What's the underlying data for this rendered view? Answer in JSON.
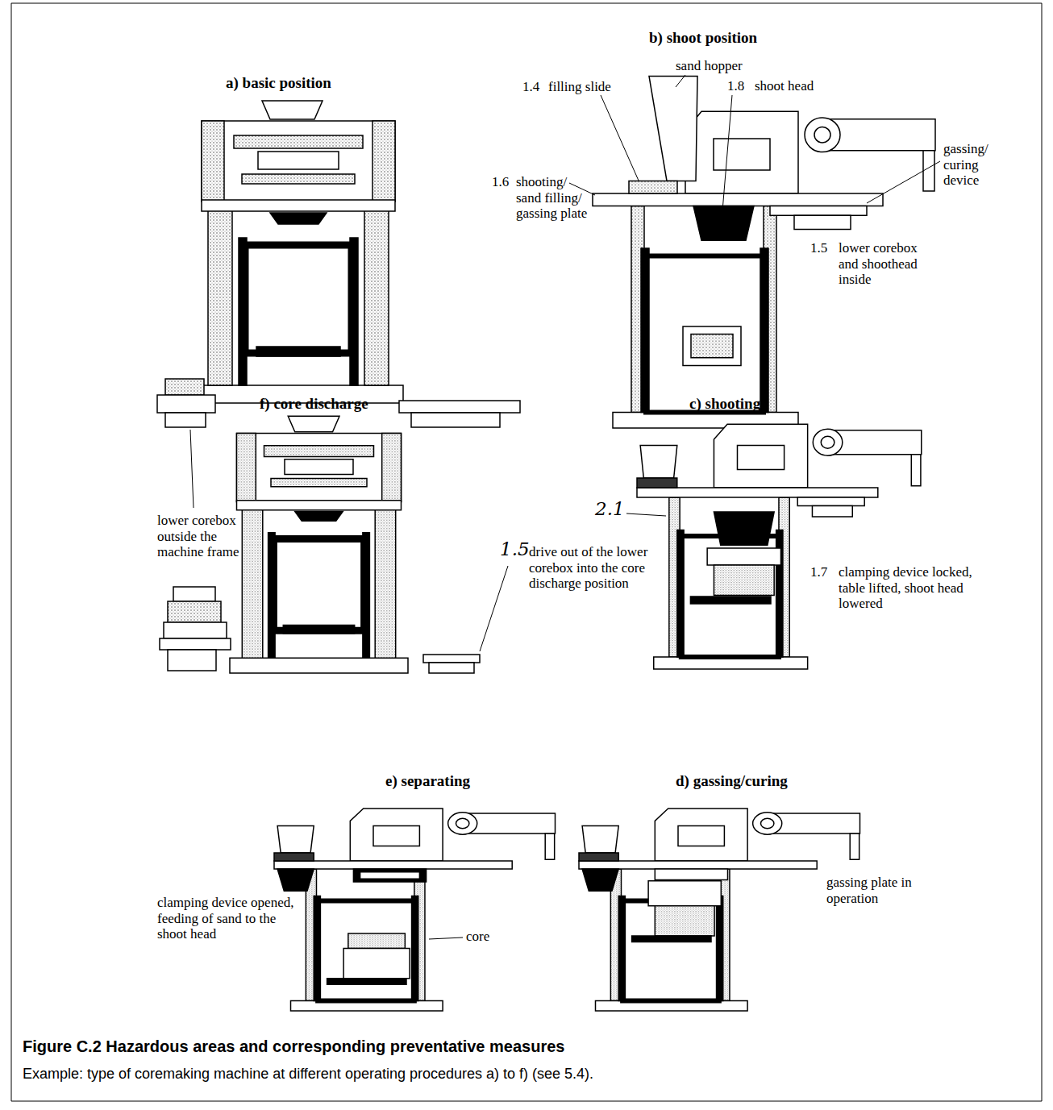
{
  "diagram": {
    "caption": "Figure C.2 Hazardous areas and corresponding preventative measures",
    "labels": [
      "b) shoot position",
      "a) basic position",
      "sand hopper",
      "1.4",
      "filling slide",
      "1.8",
      "shoot head",
      "gassing/ curing device",
      "1.6",
      "shooting/ sand filling/ gassing plate",
      "1.5",
      "lower corebox and shoothead inside",
      "f) core discharge",
      "c) shooting",
      "lower corebox outside the machine frame",
      "1.5",
      "drive out of the lower corebox into the core discharge position",
      "2.1",
      "1.7",
      "clamping device locked, table lifted, shoot head lowered",
      "e) separating",
      "d) gassing/curing",
      "clamping device opened, feeding of sand to the shoot head",
      "core",
      "gassing plate in operation",
      "Example: type of coremaking machine at different operating procedures a) to f) (see 5.4)."
    ]
  }
}
